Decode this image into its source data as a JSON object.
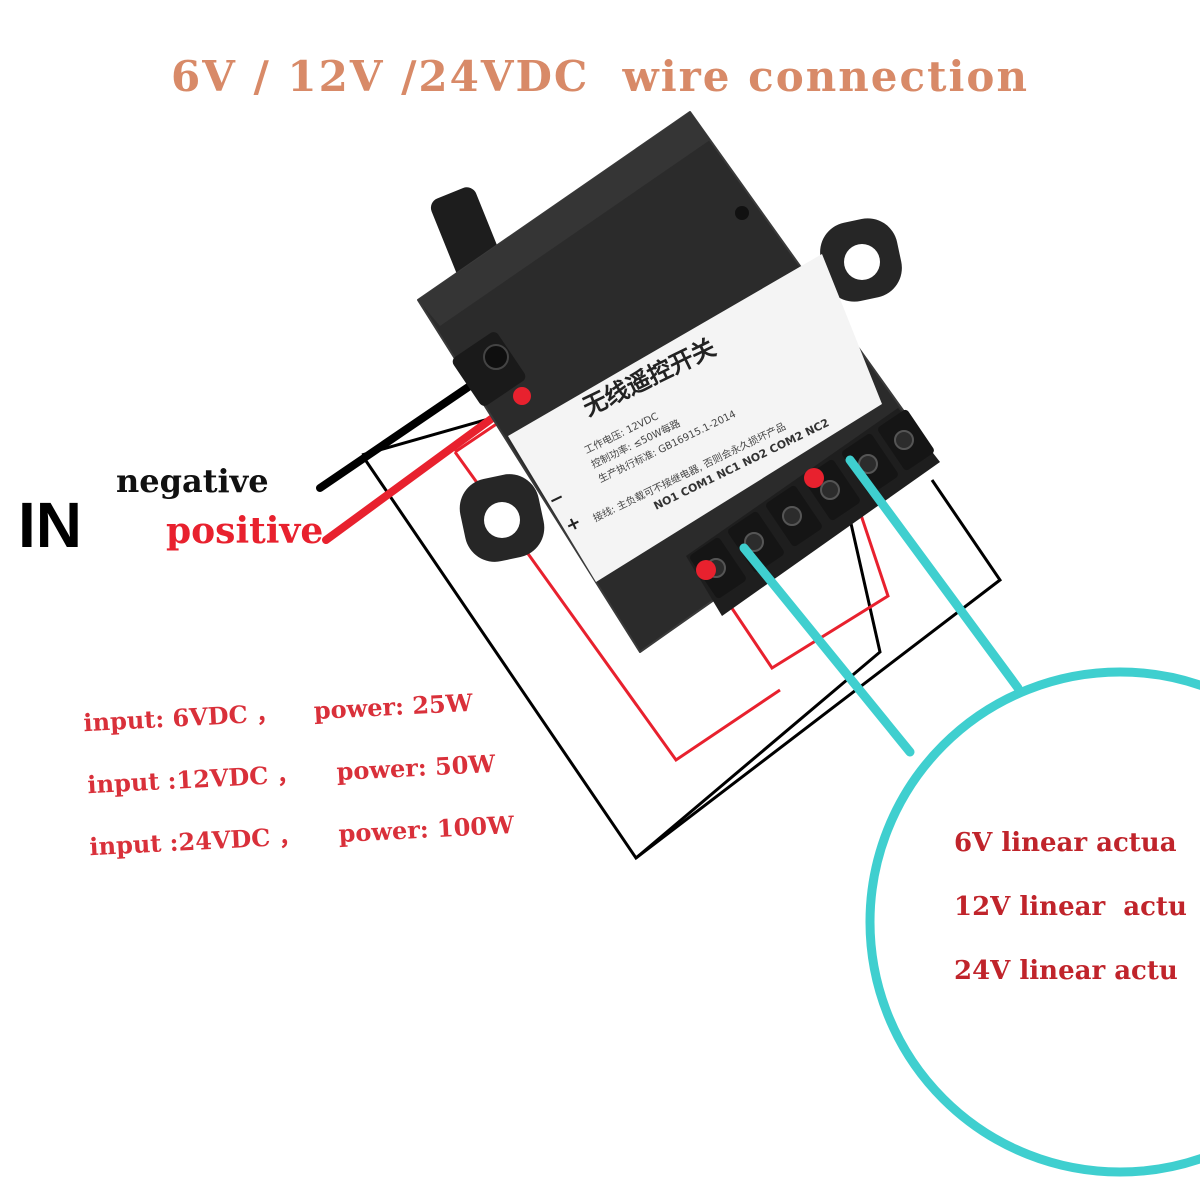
{
  "title": "6V / 12V /24VDC  wire connection",
  "input_labels": {
    "in": "IN",
    "negative": "negative",
    "positive": "positive"
  },
  "specs": [
    {
      "input": "input: 6VDC ，",
      "power": "power: 25W"
    },
    {
      "input": "input :12VDC ，",
      "power": "power: 50W"
    },
    {
      "input": "input :24VDC ，",
      "power": "power: 100W"
    }
  ],
  "actuators": [
    "6V linear actua",
    "12V linear  actu",
    "24V linear actu"
  ],
  "module": {
    "plate_title": "无线遥控开关",
    "plate_line1": "工作电压: 12VDC",
    "plate_line2": "控制功率: ≤50W每路",
    "plate_line3": "生产执行标准: GB16915.1-2014",
    "plate_line4": "接线: 主负载可不接继电器, 否则会永久损坏产品",
    "plate_terminals": "NO1 COM1 NC1 NO2 COM2 NC2",
    "minus": "−",
    "plus": "+"
  },
  "colors": {
    "title": "#d88a68",
    "positive_wire": "#e8212e",
    "negative_wire": "#111111",
    "actuator_wire": "#3fcfcf",
    "module_body": "#2b2b2b",
    "spec_text": "#d9303a"
  }
}
